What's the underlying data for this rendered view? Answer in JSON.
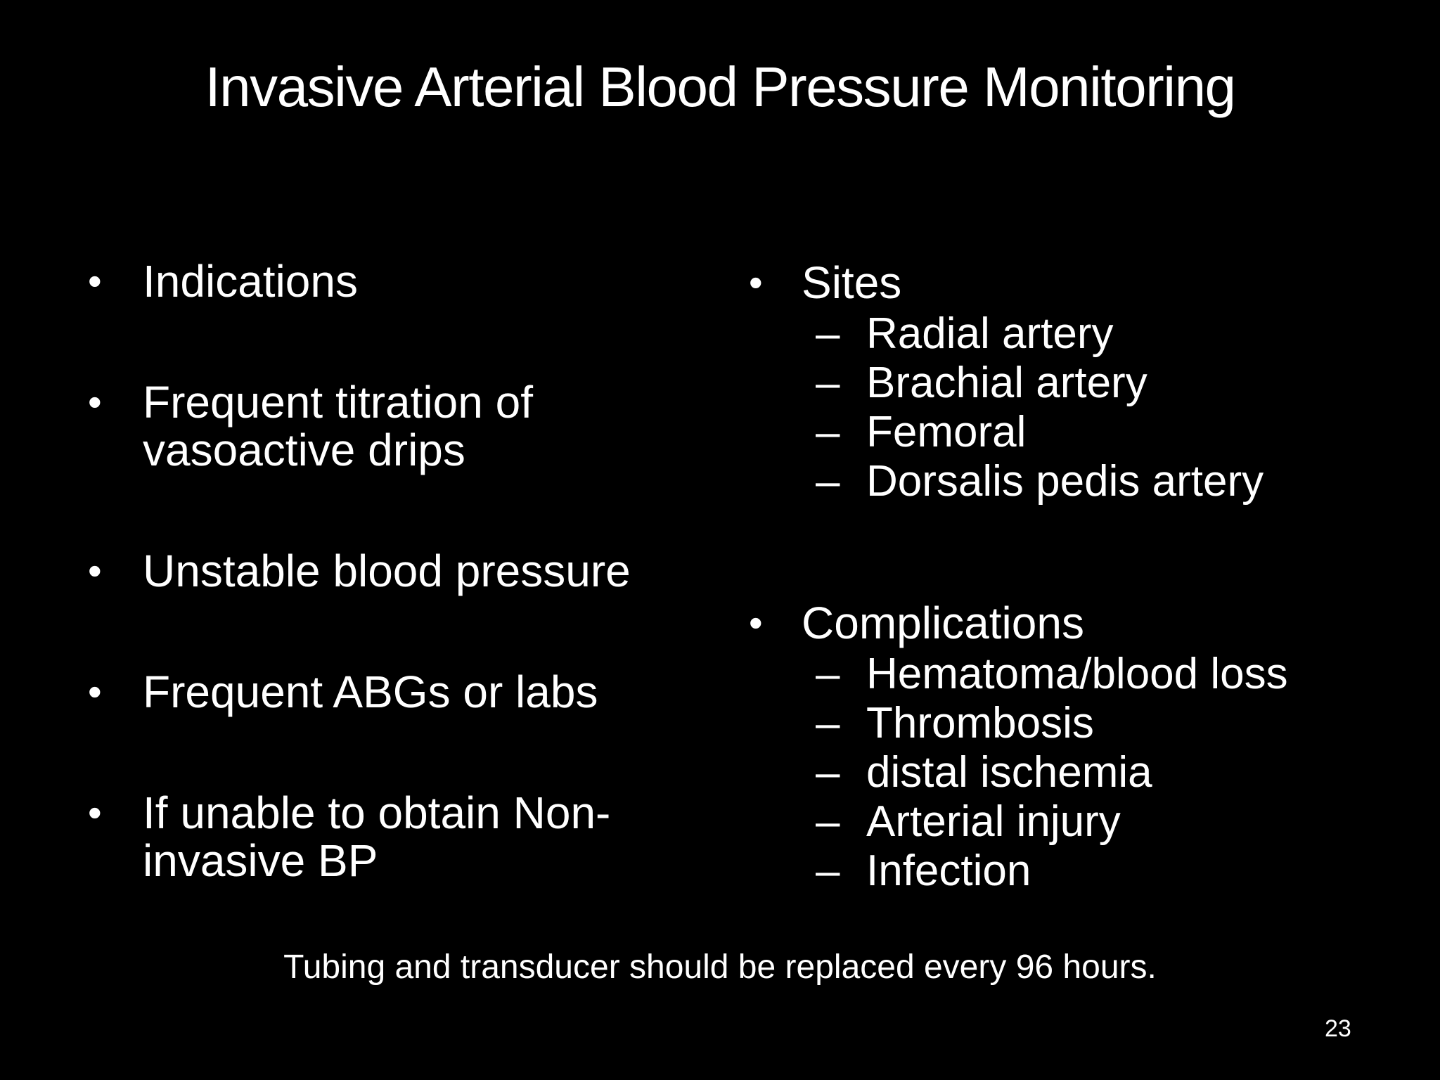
{
  "slide": {
    "title": "Invasive Arterial Blood Pressure Monitoring",
    "bullet_char": "•",
    "dash_char": "–",
    "colors": {
      "background": "#000000",
      "text": "#ffffff"
    },
    "left_items": [
      {
        "text": "Indications"
      },
      {
        "text": "Frequent titration of\nvasoactive drips"
      },
      {
        "text": "Unstable blood pressure"
      },
      {
        "text": "Frequent ABGs or labs"
      },
      {
        "text": "If unable to obtain Non-\ninvasive BP"
      }
    ],
    "right_groups": [
      {
        "title": "Sites",
        "items": [
          "Radial artery",
          "Brachial artery",
          "Femoral",
          "Dorsalis pedis artery"
        ]
      },
      {
        "title": "Complications",
        "items": [
          "Hematoma/blood loss",
          "Thrombosis",
          "distal ischemia",
          "Arterial injury",
          "Infection"
        ]
      }
    ],
    "footer": "Tubing and transducer should be replaced every 96 hours.",
    "page_number": "23"
  }
}
